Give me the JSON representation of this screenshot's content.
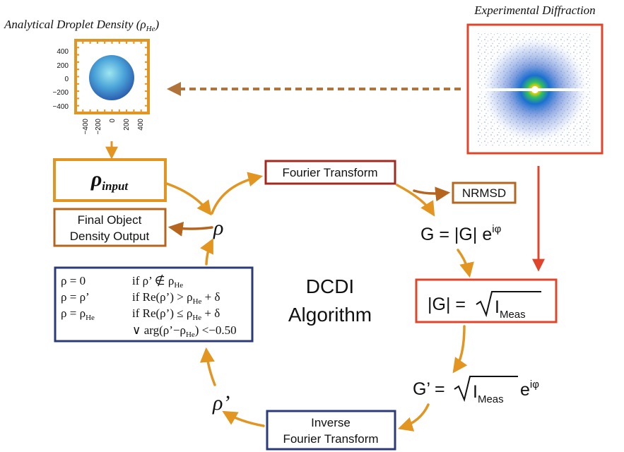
{
  "colors": {
    "orange": "#E39522",
    "darkOrange": "#B5651D",
    "red": "#E0442B",
    "darkRed": "#A3281E",
    "navy": "#2B3A7A",
    "sphere": "#4AA3D8"
  },
  "titles": {
    "analytical_main": "Analytical Droplet Density (",
    "analytical_rho": "ρ",
    "analytical_sub": "He",
    "analytical_close": ")",
    "experimental": "Experimental Diffraction"
  },
  "plot": {
    "y_ticks": [
      "400",
      "200",
      "0",
      "−200",
      "−400"
    ],
    "x_ticks": [
      "−400",
      "−200",
      "0",
      "200",
      "400"
    ]
  },
  "boxes": {
    "rho_input_main": "ρ",
    "rho_input_sub": "input",
    "final_line1": "Final Object",
    "final_line2": "Density Output",
    "fourier": "Fourier Transform",
    "nrmsd": "NRMSD",
    "inverse_line1": "Inverse",
    "inverse_line2": "Fourier Transform"
  },
  "center": {
    "line1": "DCDI",
    "line2": "Algorithm"
  },
  "symbols": {
    "rho": "ρ",
    "rho_prime": "ρ’"
  },
  "equations": {
    "g_lhs": "G = |G| e",
    "g_exp": "iφ",
    "mag_lhs": "|G| =",
    "mag_i": "I",
    "mag_sub": "Meas",
    "gp_lhs": "G’ =",
    "gp_i": "I",
    "gp_sub": "Meas",
    "gp_e": "e",
    "gp_exp": "iφ"
  },
  "conditions": [
    {
      "lhs": "ρ = 0",
      "rhs": "if ρ’ ∉ ρ",
      "rhs_sub": "He",
      "rhs_tail": ""
    },
    {
      "lhs": "ρ = ρ’",
      "rhs": "if Re(ρ’) > ρ",
      "rhs_sub": "He",
      "rhs_tail": " + δ"
    },
    {
      "lhs": "ρ = ρ",
      "lhs_sub": "He",
      "rhs": "if Re(ρ’) ≤ ρ",
      "rhs_sub": "He",
      "rhs_tail": " + δ"
    },
    {
      "lhs": "",
      "rhs": "∨ arg(ρ’−ρ",
      "rhs_sub": "He",
      "rhs_tail": ") <−0.50"
    }
  ]
}
